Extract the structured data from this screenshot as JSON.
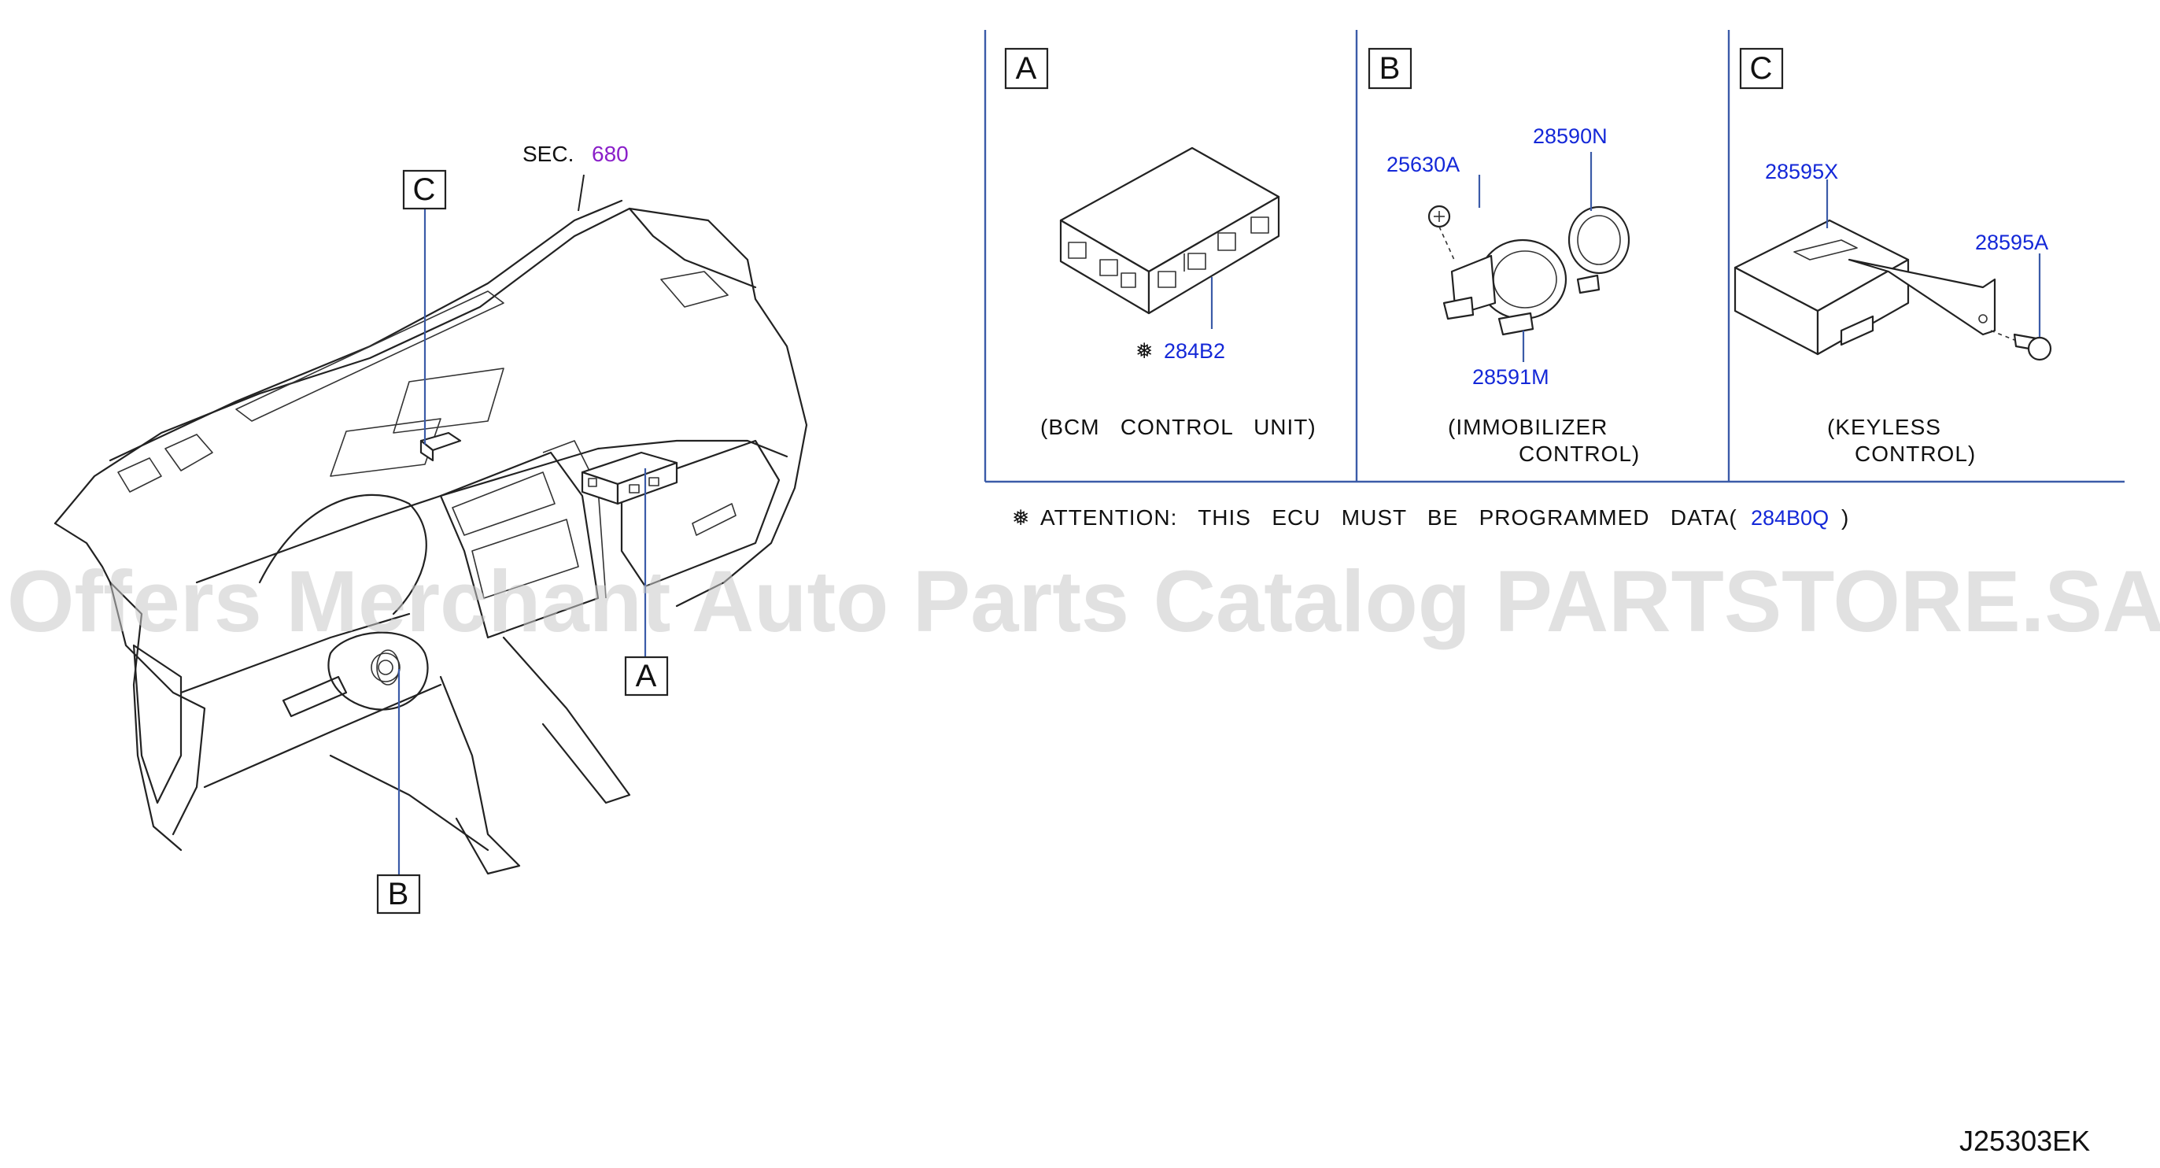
{
  "section_ref": {
    "prefix": "SEC.",
    "number": "680"
  },
  "callouts": {
    "a": "A",
    "b": "B",
    "c": "C"
  },
  "panels": [
    {
      "label": "A",
      "part_mark": "❅",
      "part": "284B2",
      "caption_line1": "(BCM   CONTROL   UNIT)",
      "caption_line2": ""
    },
    {
      "label": "B",
      "parts": [
        "25630A",
        "28590N",
        "28591M"
      ],
      "caption_line1": "(IMMOBILIZER",
      "caption_line2": "CONTROL)"
    },
    {
      "label": "C",
      "parts": [
        "28595X",
        "28595A"
      ],
      "caption_line1": "(KEYLESS",
      "caption_line2": "CONTROL)"
    }
  ],
  "attention": {
    "mark": "❅",
    "text": "ATTENTION:   THIS   ECU   MUST   BE   PROGRAMMED   DATA(",
    "part": "284B0Q",
    "close": ")"
  },
  "watermark": "Offers Merchant Auto Parts Catalog PARTSTORE.SA",
  "diagram_code": "J25303EK"
}
